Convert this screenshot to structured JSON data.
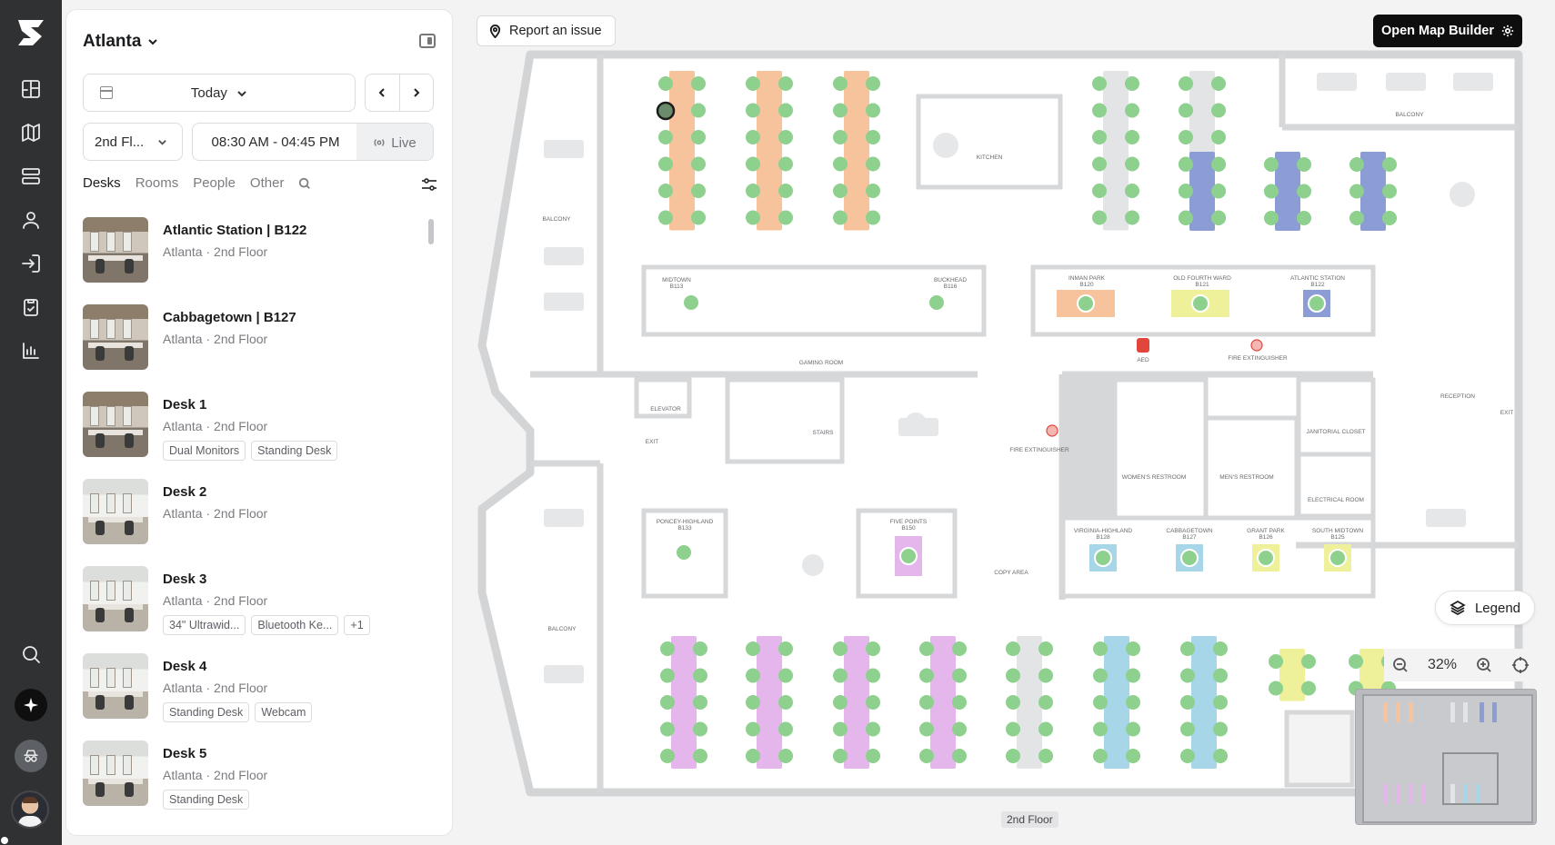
{
  "location": {
    "name": "Atlanta"
  },
  "filters": {
    "date_label": "Today",
    "floor_label": "2nd Fl...",
    "time_range": "08:30 AM - 04:45 PM",
    "live_label": "Live"
  },
  "tabs": [
    {
      "label": "Desks",
      "active": true
    },
    {
      "label": "Rooms",
      "active": false
    },
    {
      "label": "People",
      "active": false
    },
    {
      "label": "Other",
      "active": false
    }
  ],
  "list": [
    {
      "title": "Atlantic Station | B122",
      "subtitle": "Atlanta · 2nd Floor",
      "tags": []
    },
    {
      "title": "Cabbagetown | B127",
      "subtitle": "Atlanta · 2nd Floor",
      "tags": []
    },
    {
      "title": "Desk 1",
      "subtitle": "Atlanta · 2nd Floor",
      "tags": [
        "Dual Monitors",
        "Standing Desk"
      ]
    },
    {
      "title": "Desk 2",
      "subtitle": "Atlanta · 2nd Floor",
      "tags": []
    },
    {
      "title": "Desk 3",
      "subtitle": "Atlanta · 2nd Floor",
      "tags": [
        "34\" Ultrawid...",
        "Bluetooth Ke...",
        "+1"
      ]
    },
    {
      "title": "Desk 4",
      "subtitle": "Atlanta · 2nd Floor",
      "tags": [
        "Standing Desk",
        "Webcam"
      ]
    },
    {
      "title": "Desk 5",
      "subtitle": "Atlanta · 2nd Floor",
      "tags": [
        "Standing Desk"
      ]
    }
  ],
  "map": {
    "report_label": "Report an issue",
    "builder_label": "Open Map Builder",
    "legend_label": "Legend",
    "zoom_label": "32%",
    "floor_label": "2nd Floor",
    "room_labels": {
      "balcony": "BALCONY",
      "kitchen": "KITCHEN",
      "midtown": "MIDTOWN",
      "midtown_id": "B113",
      "buckhead": "BUCKHEAD",
      "buckhead_id": "B116",
      "gaming": "GAMING ROOM",
      "inman": "INMAN PARK",
      "inman_id": "B120",
      "old4th": "OLD FOURTH WARD",
      "old4th_id": "B121",
      "atlantic": "ATLANTIC STATION",
      "atlantic_id": "B122",
      "aed": "AED",
      "fire_ext": "FIRE EXTINGUISHER",
      "reception": "RECEPTION",
      "elevator": "ELEVATOR",
      "stairs": "STAIRS",
      "exit": "EXIT",
      "womens": "WOMEN'S RESTROOM",
      "mens": "MEN'S RESTROOM",
      "janitorial": "JANITORIAL CLOSET",
      "electrical": "ELECTRICAL ROOM",
      "poncey": "PONCEY-HIGHLAND",
      "poncey_id": "B133",
      "five_points": "FIVE POINTS",
      "five_points_id": "B150",
      "copy": "COPY AREA",
      "virginia": "VIRGINIA-HIGHLAND",
      "virginia_id": "B128",
      "cabbagetown": "CABBAGETOWN",
      "cabbagetown_id": "B127",
      "grant": "GRANT PARK",
      "grant_id": "B126",
      "south_midtown": "SOUTH MIDTOWN",
      "south_midtown_id": "B125"
    },
    "colors": {
      "available": "#8ed08e",
      "orange": "#f7c39d",
      "blue": "#8c9cd4",
      "purple": "#e4b6ec",
      "teal": "#a6d6e8",
      "yellow": "#eef09a",
      "gray": "#e3e4e6"
    }
  }
}
